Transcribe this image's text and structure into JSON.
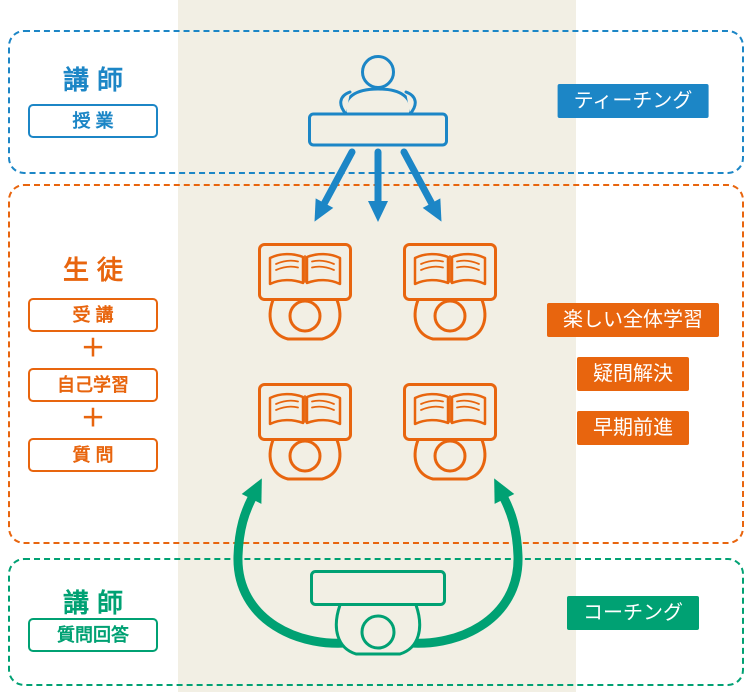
{
  "colors": {
    "blue": "#1c86c6",
    "orange": "#e8650e",
    "green": "#00a173",
    "panel": "#f2efe4"
  },
  "top_section": {
    "role": "講師",
    "activity": "授 業",
    "tag": "ティーチング"
  },
  "middle_section": {
    "role": "生徒",
    "activities": [
      "受 講",
      "自己学習",
      "質 問"
    ],
    "plus": "＋",
    "tags": [
      "楽しい全体学習",
      "疑問解決",
      "早期前進"
    ]
  },
  "bottom_section": {
    "role": "講師",
    "activity": "質問回答",
    "tag": "コーチング"
  },
  "icons": {
    "teacher_top": "teacher-at-podium-icon",
    "student": "student-reading-desk-icon",
    "teacher_bottom": "coach-at-desk-icon",
    "teaching_arrows": "down-fan-arrows-icon",
    "coaching_arrows": "curved-up-arrows-icon"
  }
}
